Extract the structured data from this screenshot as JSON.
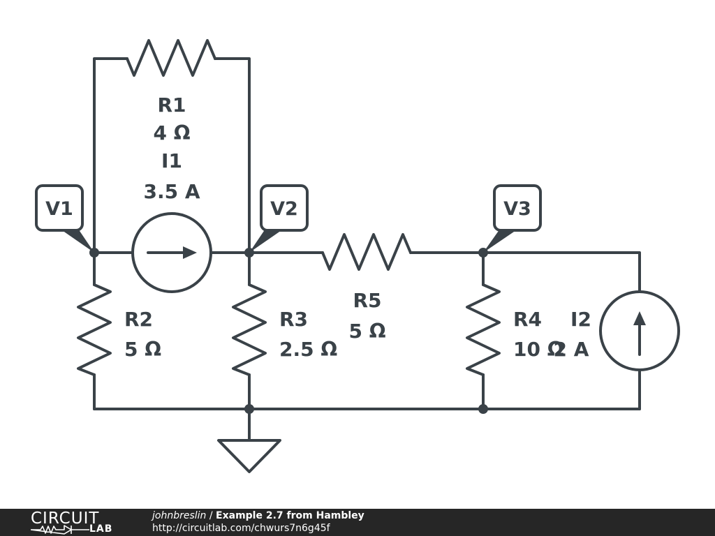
{
  "components": {
    "R1": {
      "name": "R1",
      "value": "4 Ω"
    },
    "R2": {
      "name": "R2",
      "value": "5 Ω"
    },
    "R3": {
      "name": "R3",
      "value": "2.5 Ω"
    },
    "R4": {
      "name": "R4",
      "value": "10 Ω"
    },
    "R5": {
      "name": "R5",
      "value": "5 Ω"
    },
    "I1": {
      "name": "I1",
      "value": "3.5 A"
    },
    "I2": {
      "name": "I2",
      "value": "2 A"
    }
  },
  "probes": {
    "V1": "V1",
    "V2": "V2",
    "V3": "V3"
  },
  "footer": {
    "brand_top": "CIRCUIT",
    "brand_bottom": "LAB",
    "author": "johnbreslin",
    "separator": " / ",
    "title": "Example 2.7 from Hambley",
    "url": "http://circuitlab.com/chwurs7n6g45f"
  },
  "colors": {
    "ink": "#3a4248",
    "footer_bg": "#262626",
    "footer_text": "#ffffff"
  }
}
